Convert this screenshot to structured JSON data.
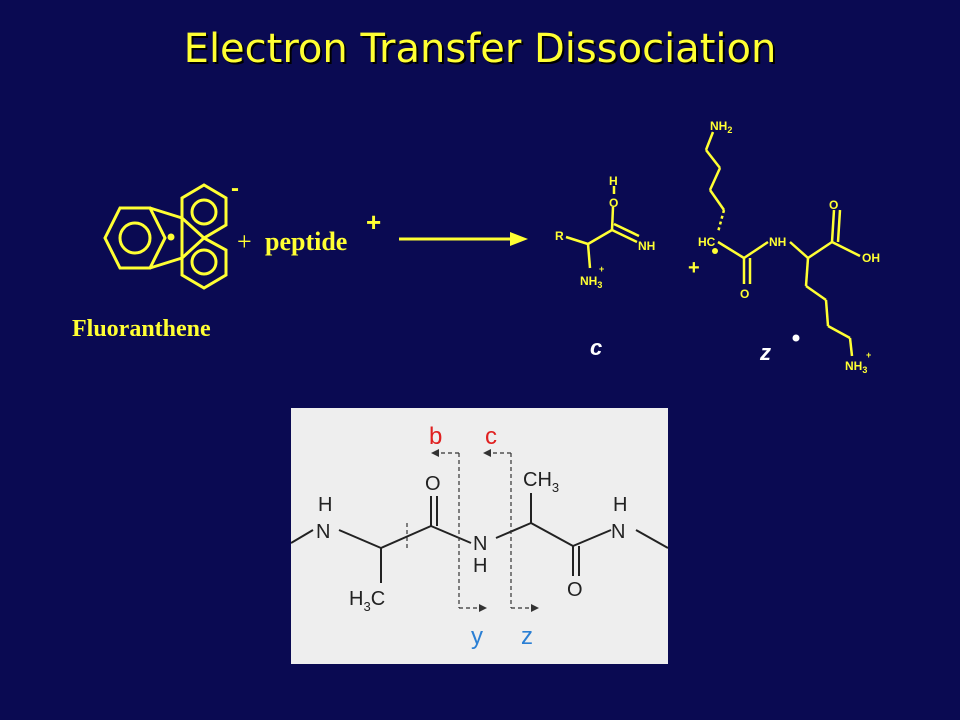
{
  "title": "Electron Transfer Dissociation",
  "reactant": {
    "name": "Fluoranthene",
    "charge": "-",
    "plus": "+",
    "peptide_label": "peptide",
    "peptide_charge": "+"
  },
  "products": {
    "c_fragment": {
      "label": "c",
      "atoms": {
        "h": "H",
        "o": "O",
        "r": "R",
        "nh": "NH",
        "nh3": "NH",
        "nh3_sub": "3",
        "nh3_charge": "+"
      }
    },
    "plus": "+",
    "z_fragment": {
      "label": "z",
      "atoms": {
        "nh2": "NH",
        "nh2_sub": "2",
        "hc": "HC",
        "nh": "NH",
        "o_top": "O",
        "o_bottom": "O",
        "oh": "OH",
        "nh3": "NH",
        "nh3_sub": "3",
        "nh3_charge": "+"
      }
    }
  },
  "cleavage_figure": {
    "labels": {
      "b": "b",
      "c": "c",
      "y": "y",
      "z": "z"
    },
    "atoms": {
      "nh_left_h": "H",
      "nh_left_n": "N",
      "o_top": "O",
      "nh_mid_n": "N",
      "nh_mid_h": "H",
      "ch3_top": "CH",
      "ch3_top_sub": "3",
      "nh_right_h": "H",
      "nh_right_n": "N",
      "o_bottom": "O",
      "h3c": "H",
      "h3c_sub": "3",
      "h3c_c": "C"
    },
    "colors": {
      "nterm_label": "#e02020",
      "cterm_label": "#2a7fd4"
    }
  }
}
